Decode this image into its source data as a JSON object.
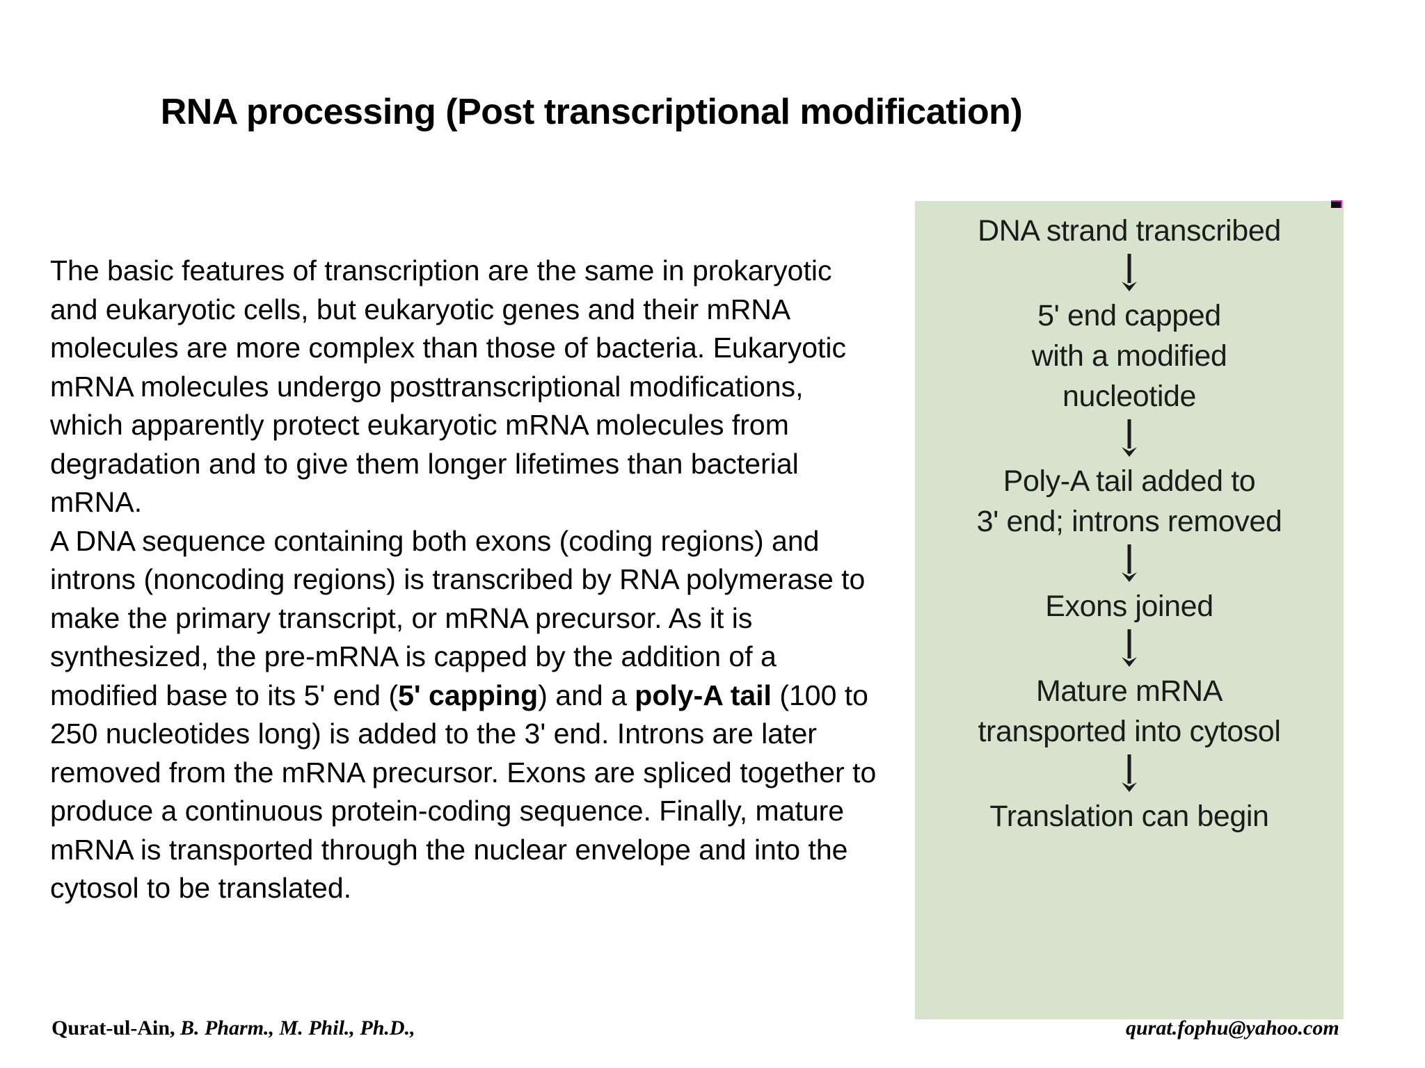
{
  "slide": {
    "title": "RNA processing (Post transcriptional modification)",
    "background_color": "#ffffff",
    "text_color": "#000000"
  },
  "body": {
    "paragraph_1": "The basic features of transcription are the same in prokaryotic and eukaryotic cells, but eukaryotic genes and their mRNA molecules are more complex than those of bacteria. Eukaryotic mRNA molecules undergo posttranscriptional modifications, which apparently protect eukaryotic mRNA molecules from degradation and to give them longer lifetimes than bacterial mRNA.",
    "paragraph_2_part_1": "A DNA sequence containing both exons (coding regions) and introns (noncoding regions) is transcribed by RNA polymerase to make the primary transcript, or mRNA precursor. As it is synthesized, the pre-mRNA is capped by the addition of a modified base to its 5' end (",
    "paragraph_2_bold_1": "5' capping",
    "paragraph_2_part_2": ") and a ",
    "paragraph_2_bold_2": "poly-A tail",
    "paragraph_2_part_3": " (100 to 250 nucleotides long) is added to the 3' end. Introns are later removed from the mRNA precursor. Exons are spliced together to produce a continuous protein-coding sequence. Finally, mature mRNA is transported through the nuclear envelope and into the cytosol to be translated."
  },
  "flowchart": {
    "background_color": "#d7e3cd",
    "arrow_icon_name": "down-arrow-icon",
    "steps": [
      "DNA strand transcribed",
      "5' end capped\nwith a modified\nnucleotide",
      "Poly-A tail added to\n3' end; introns removed",
      "Exons joined",
      "Mature mRNA\ntransported into cytosol",
      "Translation can begin"
    ]
  },
  "footer": {
    "author_name": "Qurat-ul-Ain,",
    "author_degrees": " B. Pharm., M. Phil., Ph.D.,",
    "email": "qurat.fophu@yahoo.com"
  }
}
